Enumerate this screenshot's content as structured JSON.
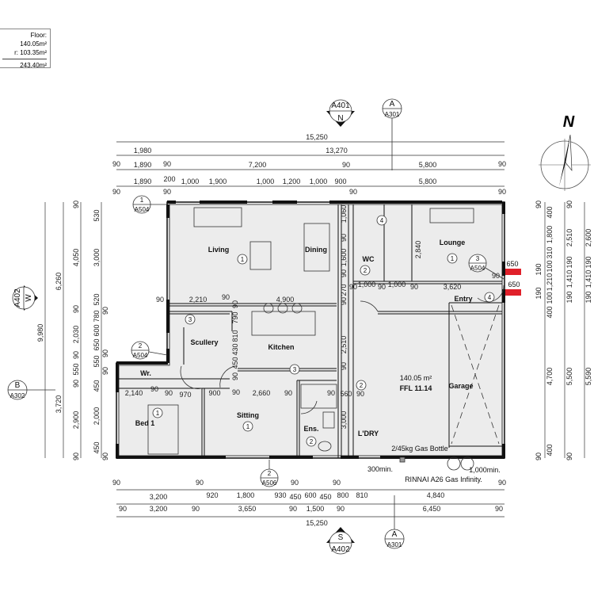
{
  "area_schedule": {
    "line1": "Floor: 140.05m²",
    "line2": "r:    103.35m²",
    "total": "243.40m²"
  },
  "north_label": "N",
  "markers": {
    "top_elev": {
      "code": "A401",
      "dir": "N"
    },
    "top_section": {
      "code": "A",
      "sheet": "A301"
    },
    "left_elev": {
      "code": "A402",
      "dir": "W"
    },
    "left_section": {
      "code": "B",
      "sheet": "A302"
    },
    "bottom_elev": {
      "code": "A402",
      "dir": "S"
    },
    "bottom_section": {
      "code": "A",
      "sheet": "A301"
    },
    "details": [
      {
        "num": "1",
        "sheet": "A504"
      },
      {
        "num": "2",
        "sheet": "A504"
      },
      {
        "num": "3",
        "sheet": "A504"
      },
      {
        "num": "2",
        "sheet": "A506"
      }
    ]
  },
  "rooms": [
    {
      "name": "Living",
      "tag": "1"
    },
    {
      "name": "Dining",
      "tag": ""
    },
    {
      "name": "Lounge",
      "tag": "1"
    },
    {
      "name": "WC",
      "tag": "2"
    },
    {
      "name": "Entry",
      "tag": "4"
    },
    {
      "name": "Scullery",
      "tag": "3"
    },
    {
      "name": "Kitchen",
      "tag": "3"
    },
    {
      "name": "Wr.",
      "tag": ""
    },
    {
      "name": "Bed 1",
      "tag": "1"
    },
    {
      "name": "Sitting",
      "tag": "1"
    },
    {
      "name": "Ens.",
      "tag": "2"
    },
    {
      "name": "L'DRY",
      "tag": "2"
    },
    {
      "name": "Garage",
      "tag": ""
    }
  ],
  "floor_info": {
    "area": "140.05 m²",
    "ffl": "FFL 11.14"
  },
  "stair_tag": "4",
  "notes": [
    "2/45kg Gas Bottle",
    "300min.",
    "1,000min.",
    "RINNAI A26 Gas Infinity.",
    "650",
    "650"
  ],
  "dimensions": {
    "top": [
      "15,250",
      "1,980",
      "13,270",
      "90",
      "1,890",
      "90",
      "7,200",
      "90",
      "5,800",
      "90",
      "1,890",
      "200",
      "1,000",
      "1,900",
      "1,000",
      "1,200",
      "1,000",
      "900",
      "5,800",
      "90",
      "90",
      "90",
      "90"
    ],
    "left": [
      "9,980",
      "6,260",
      "3,720",
      "90",
      "4,050",
      "90",
      "2,030",
      "90",
      "550",
      "90",
      "2,900",
      "90",
      "530",
      "3,000",
      "520",
      "90",
      "780",
      "600",
      "650",
      "90",
      "550",
      "90",
      "450",
      "2,000",
      "450",
      "90"
    ],
    "right": [
      "90",
      "400",
      "1,800",
      "310",
      "100",
      "190",
      "1,210",
      "100",
      "190",
      "400",
      "4,700",
      "400",
      "90",
      "90",
      "2,510",
      "190",
      "1,410",
      "190",
      "5,500",
      "90",
      "2,600",
      "190",
      "1,410",
      "190",
      "5,590"
    ],
    "bottom": [
      "90",
      "3,200",
      "90",
      "920",
      "1,800",
      "930",
      "90",
      "450",
      "600",
      "450",
      "90",
      "800",
      "810",
      "4,840",
      "90",
      "90",
      "3,200",
      "90",
      "3,650",
      "90",
      "1,500",
      "90",
      "6,450",
      "90",
      "15,250"
    ],
    "interior": [
      "90",
      "2,210",
      "90",
      "4,900",
      "790",
      "90",
      "810",
      "430",
      "450",
      "90",
      "90",
      "2,140",
      "90",
      "970",
      "900",
      "90",
      "2,660",
      "90",
      "90",
      "560",
      "90",
      "3,000",
      "1,060",
      "90",
      "1,600",
      "90",
      "270",
      "90",
      "2,510",
      "90",
      "90",
      "1,000",
      "90",
      "1,000",
      "90",
      "3,620",
      "2,840",
      "90"
    ]
  },
  "colors": {
    "wall": "#111111",
    "floor": "#eeeeee",
    "vent": "#e0202a",
    "line": "#333333"
  }
}
